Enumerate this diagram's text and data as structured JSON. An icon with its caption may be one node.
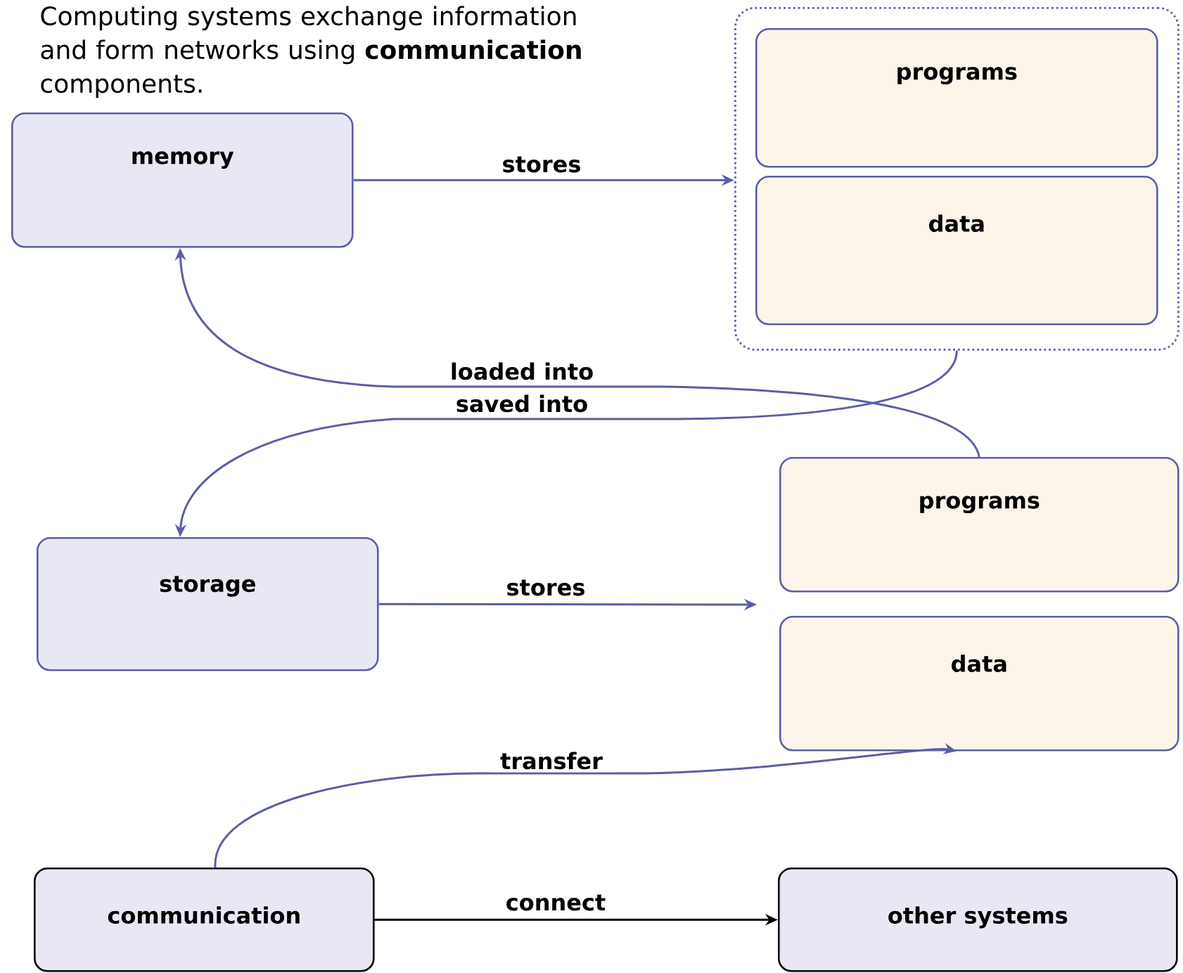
{
  "diagram": {
    "nodes": [
      {
        "text": [
          "memory"
        ]
      },
      {
        "text": [],
        "shape": "box"
      },
      {
        "text": [
          "programs"
        ],
        "in": 1
      },
      {
        "text": [
          "data"
        ],
        "in": 1
      },
      {
        "text": [
          "storage"
        ]
      },
      {
        "text": [
          "programs"
        ]
      },
      {
        "text": [
          "data"
        ]
      },
      {
        "text": [
          "communication"
        ]
      },
      {
        "text": [
          "other systems"
        ]
      }
    ],
    "edges": [
      {
        "from": 0,
        "to": 1,
        "arrow": "to",
        "label": "stores"
      },
      {
        "from": 4,
        "to": null,
        "arrow": "to",
        "label": "stores"
      },
      {
        "from": 5,
        "to": 0,
        "arrow": "to",
        "label": "loaded into"
      },
      {
        "from": 1,
        "to": 4,
        "arrow": "to",
        "label": "saved into"
      },
      {
        "from": 7,
        "to": 6,
        "arrow": "to",
        "label": "transfer"
      },
      {
        "from": 7,
        "to": 8,
        "arrow": "to",
        "label": "connect",
        "color": "#000000"
      }
    ],
    "labels": [
      "Computing systems exchange information and form networks using **communication** components."
    ]
  }
}
